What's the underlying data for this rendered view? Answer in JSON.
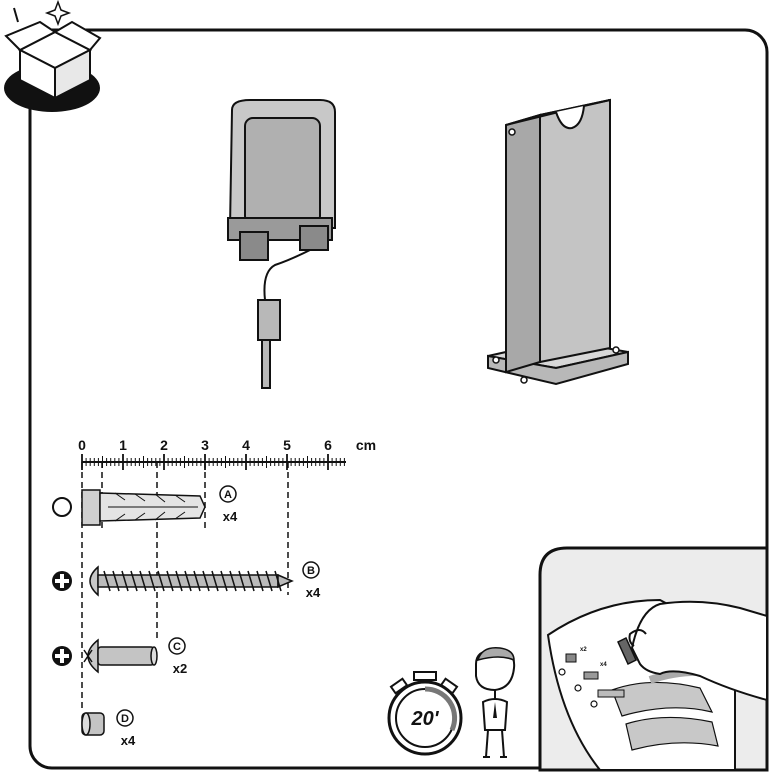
{
  "ruler": {
    "ticks": [
      "0",
      "1",
      "2",
      "3",
      "4",
      "5",
      "6"
    ],
    "unit": "cm"
  },
  "parts": [
    {
      "id": "A",
      "qty": "x4",
      "head": "none"
    },
    {
      "id": "B",
      "qty": "x4",
      "head": "phillips"
    },
    {
      "id": "C",
      "qty": "x2",
      "head": "phillips"
    },
    {
      "id": "D",
      "qty": "x4",
      "head": "none"
    }
  ],
  "timer": {
    "label": "20'"
  },
  "inset": {
    "qty_top": "x2",
    "qty_bottom": "x4"
  },
  "icons": [
    "open-box-icon",
    "stopwatch-icon",
    "person-icon",
    "circle-icon",
    "phillips-icon"
  ]
}
